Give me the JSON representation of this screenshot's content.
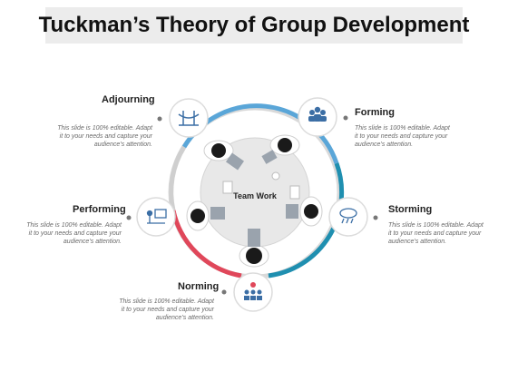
{
  "title": "Tuckman’s Theory of Group Development",
  "center_label": "Team Work",
  "stages": [
    {
      "name": "Adjourning",
      "desc": "This slide is 100% editable. Adapt it to your needs and capture your audience’s attention.",
      "icon": "bridge-icon"
    },
    {
      "name": "Forming",
      "desc": "This slide is 100% editable. Adapt it to your needs and capture your audience’s attention.",
      "icon": "group-people-icon"
    },
    {
      "name": "Performing",
      "desc": "This slide is 100% editable. Adapt it to your needs and capture your audience’s attention.",
      "icon": "presenter-chart-icon"
    },
    {
      "name": "Storming",
      "desc": "This slide is 100% editable. Adapt it to your needs and capture your audience’s attention.",
      "icon": "storm-cloud-icon"
    },
    {
      "name": "Norming",
      "desc": "This slide is 100% editable. Adapt it to your needs and capture your audience’s attention.",
      "icon": "team-idea-icon"
    }
  ],
  "colors": {
    "blue": "#5aa6d8",
    "teal": "#1f8fb0",
    "red": "#e0475a",
    "grey_ring": "#cfcfcf",
    "table": "#e6e6e6"
  }
}
